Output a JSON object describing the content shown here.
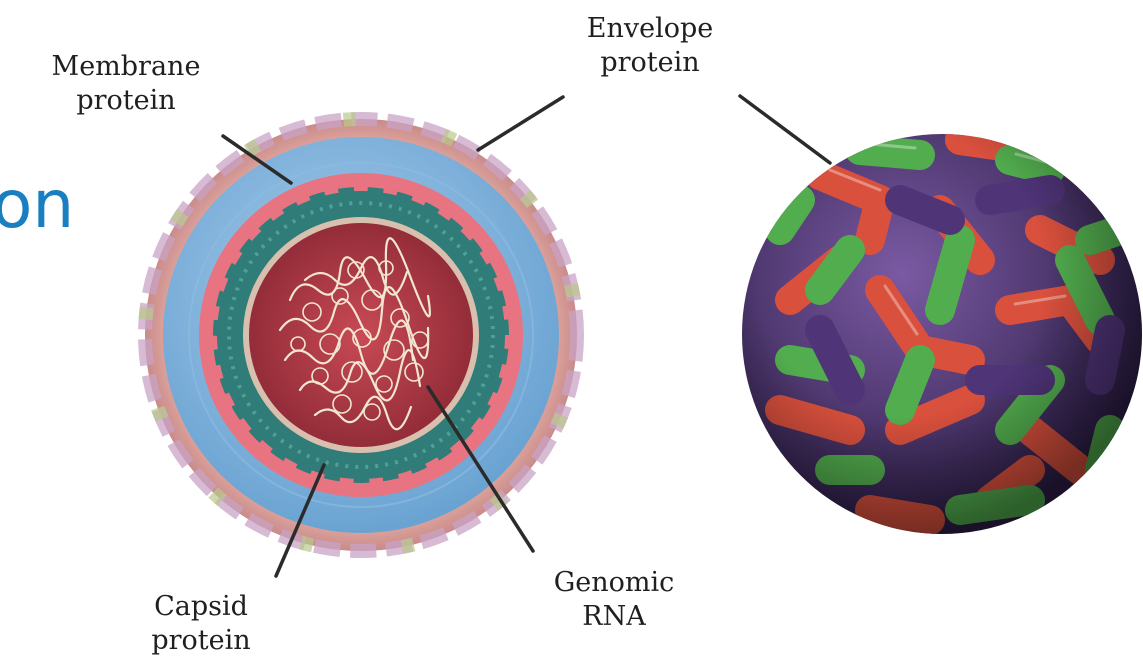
{
  "slide_title_fragment": "on",
  "labels": {
    "membrane_protein": {
      "line1": "Membrane",
      "line2": "protein"
    },
    "envelope_protein": {
      "line1": "Envelope",
      "line2": "protein"
    },
    "capsid_protein": {
      "line1": "Capsid",
      "line2": "protein"
    },
    "genomic_rna": {
      "line1": "Genomic",
      "line2": "RNA"
    }
  },
  "colors": {
    "title": "#1a7fc1",
    "envelope_outer": "#d98a86",
    "membrane_blue": "#7fb3dc",
    "pink_layer": "#e56d7a",
    "capsid_teal": "#2e7a78",
    "interior": "#b33b47",
    "rna": "#efe4cf",
    "exterior_red": "#d9503d",
    "exterior_green": "#4caa4b",
    "exterior_purple": "#5a3d80",
    "leader_line": "#2b2b2b"
  }
}
